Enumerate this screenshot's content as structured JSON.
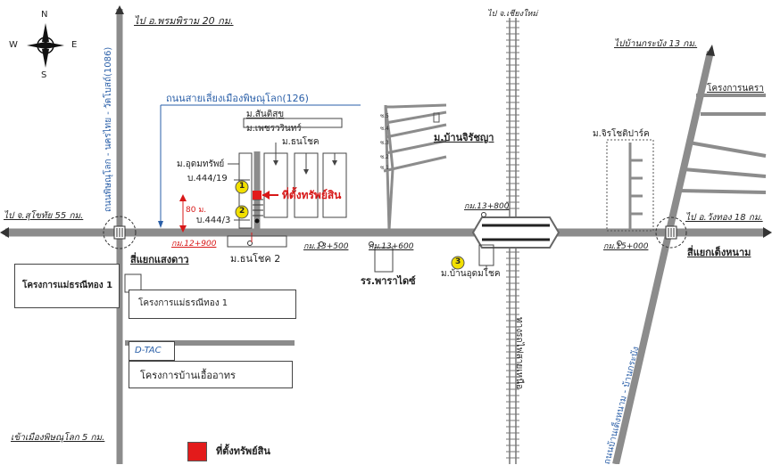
{
  "compass": {
    "n": "N",
    "s": "S",
    "e": "E",
    "w": "W"
  },
  "roads": {
    "to_phrom_phiram": "ไป อ.พรมพิราม 20 กม.",
    "to_chiang_mai": "ไป จ.เชียงใหม่",
    "to_ban_krabang": "ไปบ้านกระบัง 13 กม.",
    "to_sukhothai": "ไป จ.สุโขทัย 55 กม.",
    "to_wang_thong": "ไป อ.วังทอง 18 กม.",
    "to_phitsanulok_city": "เข้าเมืองพิษณุโลก 5 กม.",
    "bypass": "ถนนสายเลี่ยงเมืองพิษณุโลก(126)",
    "vertical_road": "ถนนพิษณุโลก - นครไทย - วัดโบสถ์(1086)",
    "railway": "ทางรถไฟสายเหนือ",
    "diag_road": "ถนนบ้านเต็งหนาม - บ้านกระบัง"
  },
  "places": {
    "san_ditsa": "ม.สันติสุข",
    "petcharin": "ม.เพชรวรินทร์",
    "thanachok": "ม.ธนโชค",
    "udomsap": "ม.อุดมทรัพย์",
    "ban_jiratchaya": "ม.บ้านจิรัชญา",
    "jirachot_park": "ม.จิรโชติปาร์ค",
    "kan_nakhon": "โครงการนครา",
    "thanachok2": "ม.ธนโชค 2",
    "udomchok": "ม.บ้านอุดมโชค",
    "praraj_school": "รร.พาราไดซ์",
    "maetharanee1_left": "โครงการแม่ธรณีทอง 1",
    "maetharanee1_mid": "โครงการแม่ธรณีทอง 1",
    "dtac": "D-TAC",
    "ban_uea_athon": "โครงการบ้านเอื้ออาทร"
  },
  "junctions": {
    "saeng_dao": "สี่แยกแสงดาว",
    "teng_nam": "สี่แยกเต็งหนาม"
  },
  "markers": {
    "house1": "บ.444/19",
    "house2": "บ.444/3",
    "property": "ที่ตั้งทรัพย์สิน",
    "distance": "80 ม.",
    "km_12900": "กม.12+900",
    "km_13500": "กม.13+500",
    "km_13600": "กม.13+600",
    "km_13800": "กม.13+800",
    "km_15000": "กม.15+000",
    "num1": "1",
    "num2": "2",
    "num3": "3"
  },
  "lanes": [
    "ซ.5",
    "ซ.4",
    "ซ.3",
    "ซ.2",
    "ซ.1"
  ],
  "legend": {
    "label": "ที่ตั้งทรัพย์สิน"
  },
  "colors": {
    "road": "#8c8c8c",
    "property": "#e31b1b",
    "marker": "#f2e000",
    "blue": "#2a5fa8",
    "red": "#d81818"
  }
}
